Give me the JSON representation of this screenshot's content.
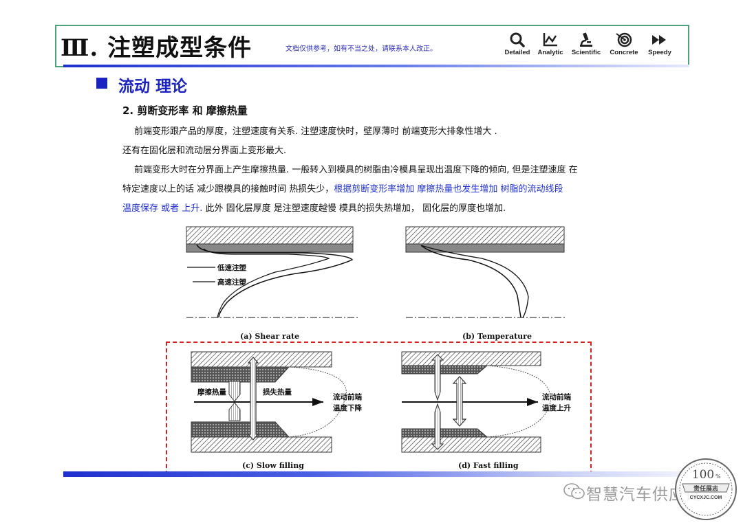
{
  "header": {
    "title": "Ⅲ. 注塑成型条件",
    "note": "文档仅供参考，如有不当之处，请联系本人改正。",
    "icons": [
      {
        "name": "magnifier-icon",
        "label": "Detailed"
      },
      {
        "name": "analytic-chart-icon",
        "label": "Analytic"
      },
      {
        "name": "microscope-icon",
        "label": "Scientific"
      },
      {
        "name": "target-icon",
        "label": "Concrete"
      },
      {
        "name": "fast-forward-icon",
        "label": "Speedy"
      }
    ]
  },
  "section": {
    "title": "流动 理论",
    "heading": "2.  剪断变形率  和  摩擦热量"
  },
  "paragraphs": {
    "l1": "前端变形跟产品的厚度，注塑速度有关系.  注塑速度快时，壁厚薄时  前端变形大排象性增大  .",
    "l2": "还有在固化层和流动层分界面上变形最大.",
    "l3": "前端变形大时在分界面上产生摩擦热量. 一般转入到模具的树脂由冷模具呈现出温度下降的倾向, 但是注塑速度  在",
    "l4a": "特定速度以上的话  减少跟模具的接触时间  热损失少，",
    "l4b": "根据剪断变形率增加  摩擦热量也发生增加  树脂的流动线段",
    "l5a": "温度保存  或者  上升.",
    "l5b": " 此外  固化层厚度  是注塑速度越慢  模具的损失热增加，  固化层的厚度也增加."
  },
  "figures": {
    "a": {
      "caption": "(a) Shear rate",
      "legend_low": "低速注塑",
      "legend_high": "高速注塑"
    },
    "b": {
      "caption": "(b) Temperature"
    },
    "c": {
      "caption": "(c) Slow filling",
      "friction": "摩擦热量",
      "loss": "损失热量",
      "front1": "流动前端",
      "front2": "温度下降"
    },
    "d": {
      "caption": "(d) Fast filling",
      "front1": "流动前端",
      "front2": "温度上升"
    }
  },
  "watermark": {
    "text": "智慧汽车供应链",
    "stamp_top": "100",
    "stamp_unit": "%",
    "stamp_mid": "责任展志",
    "stamp_url": "CYCXJC.COM"
  },
  "colors": {
    "accent_blue": "#1a22c0",
    "header_border": "#4aa37a",
    "dashed_red": "#d42020"
  }
}
